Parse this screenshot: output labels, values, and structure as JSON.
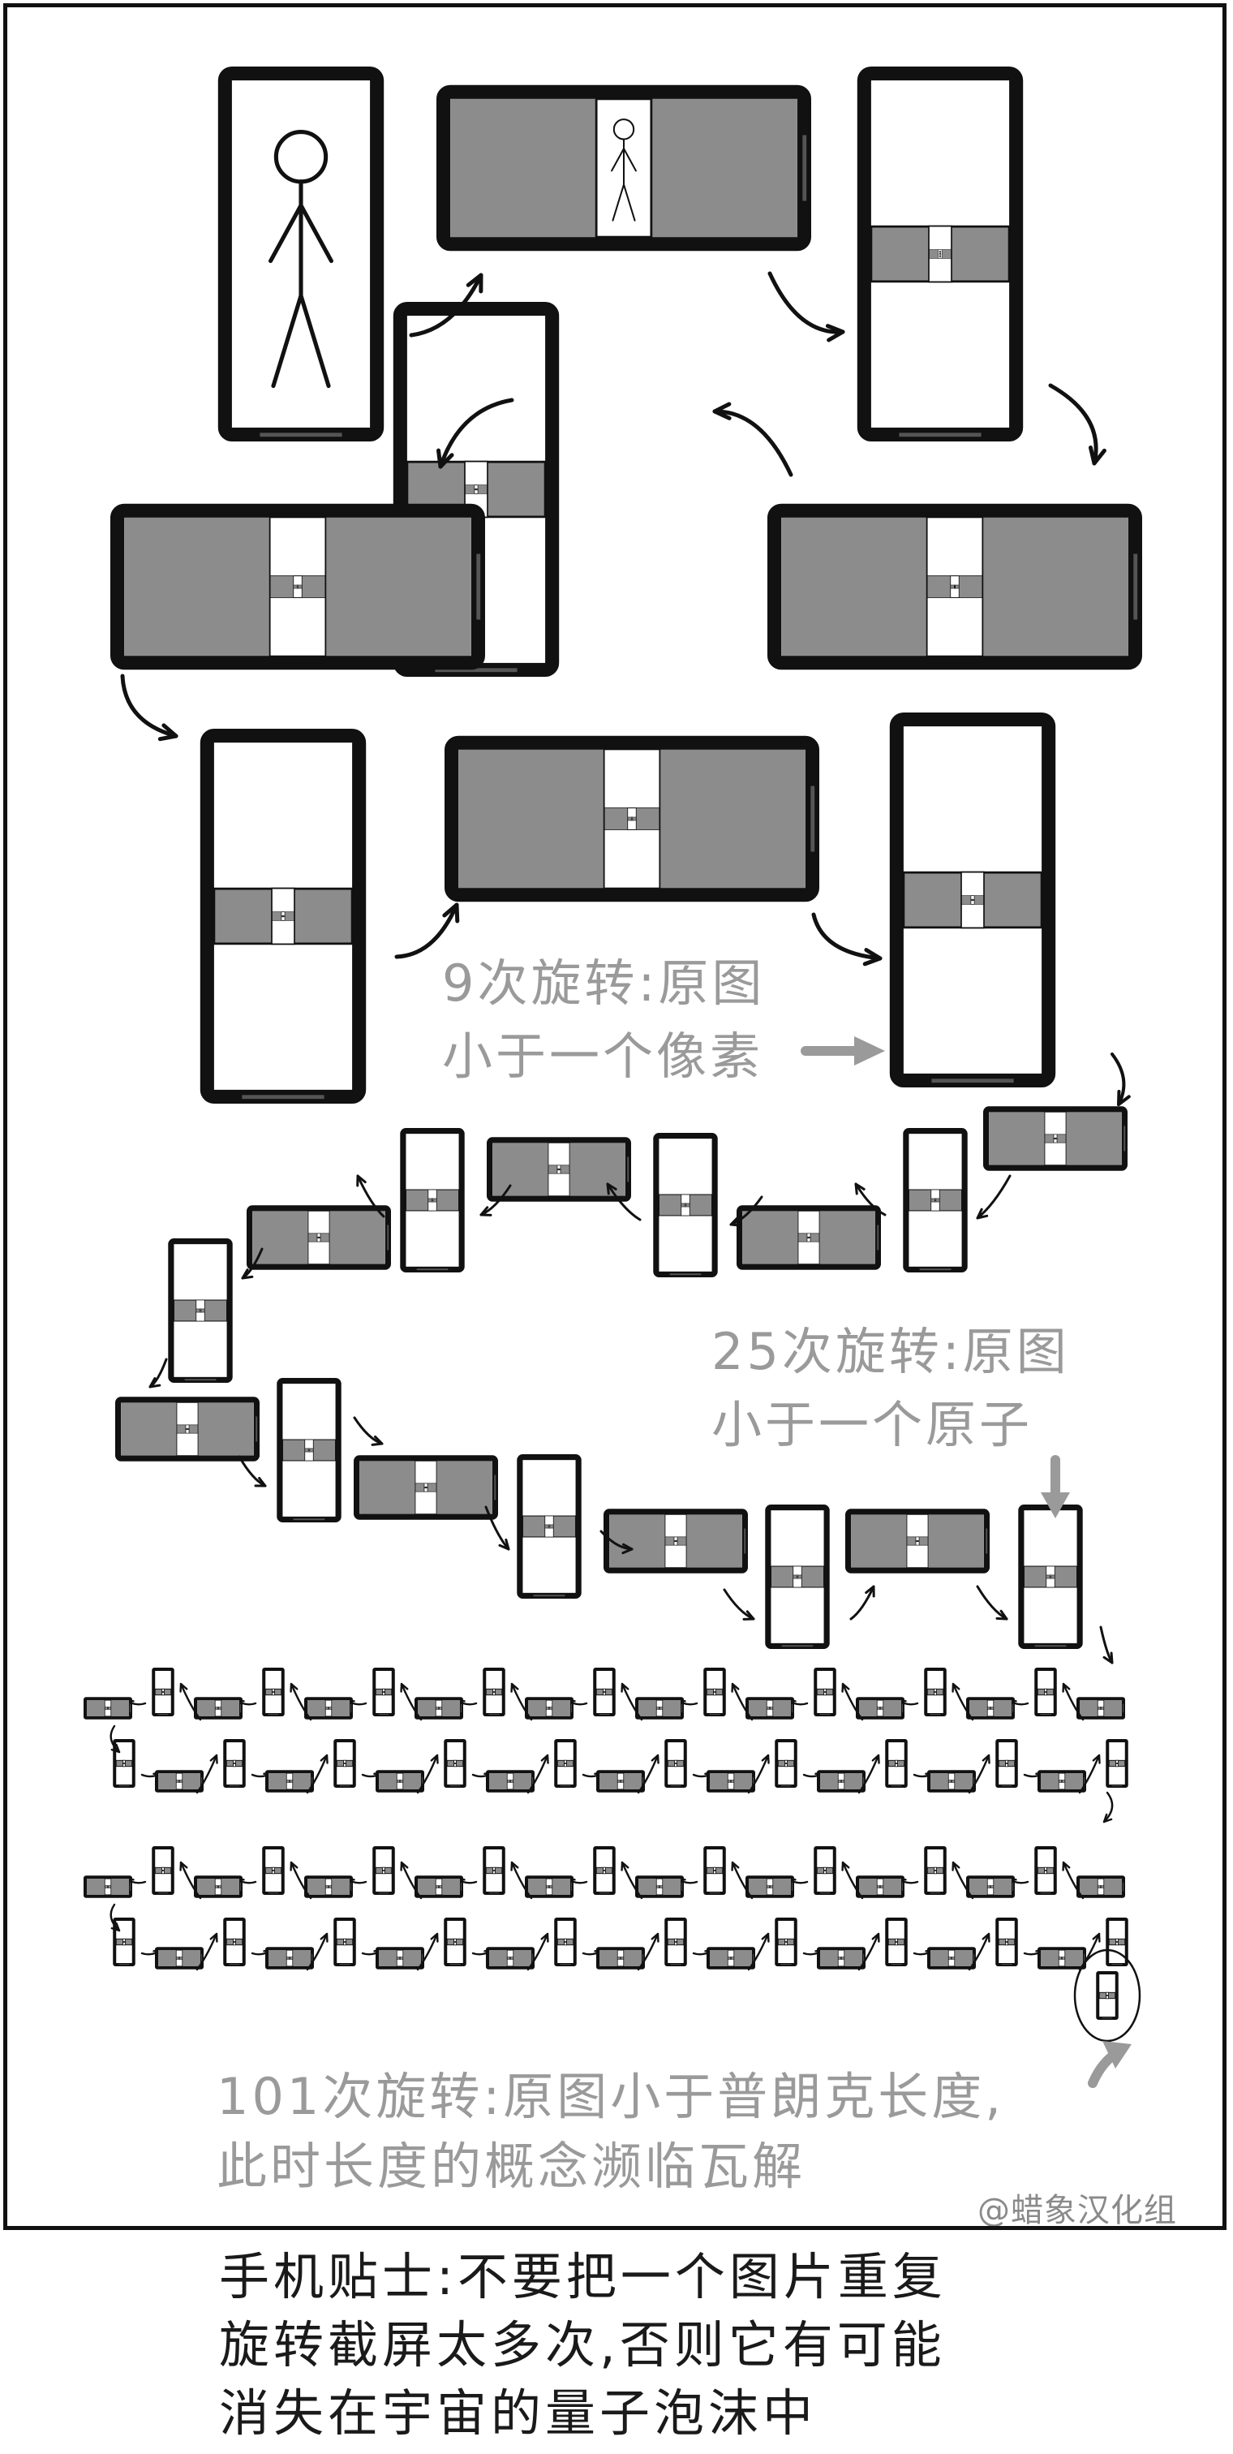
{
  "annotations": {
    "nine_rotations": "9次旋转:原图\n小于一个像素",
    "twentyfive_rotations": "25次旋转:原图\n小于一个原子",
    "hundredone_rotations": "101次旋转:原图小于普朗克长度,\n此时长度的概念濒临瓦解"
  },
  "credit": "@蜡象汉化组",
  "caption": "手机贴士:不要把一个图片重复\n旋转截屏太多次,否则它有可能\n消失在宇宙的量子泡沫中",
  "colors": {
    "ink": "#111111",
    "screen_gray": "#8c8c8c",
    "note_gray": "#9a9a9a"
  },
  "rotation_counts": [
    9,
    25,
    101
  ]
}
